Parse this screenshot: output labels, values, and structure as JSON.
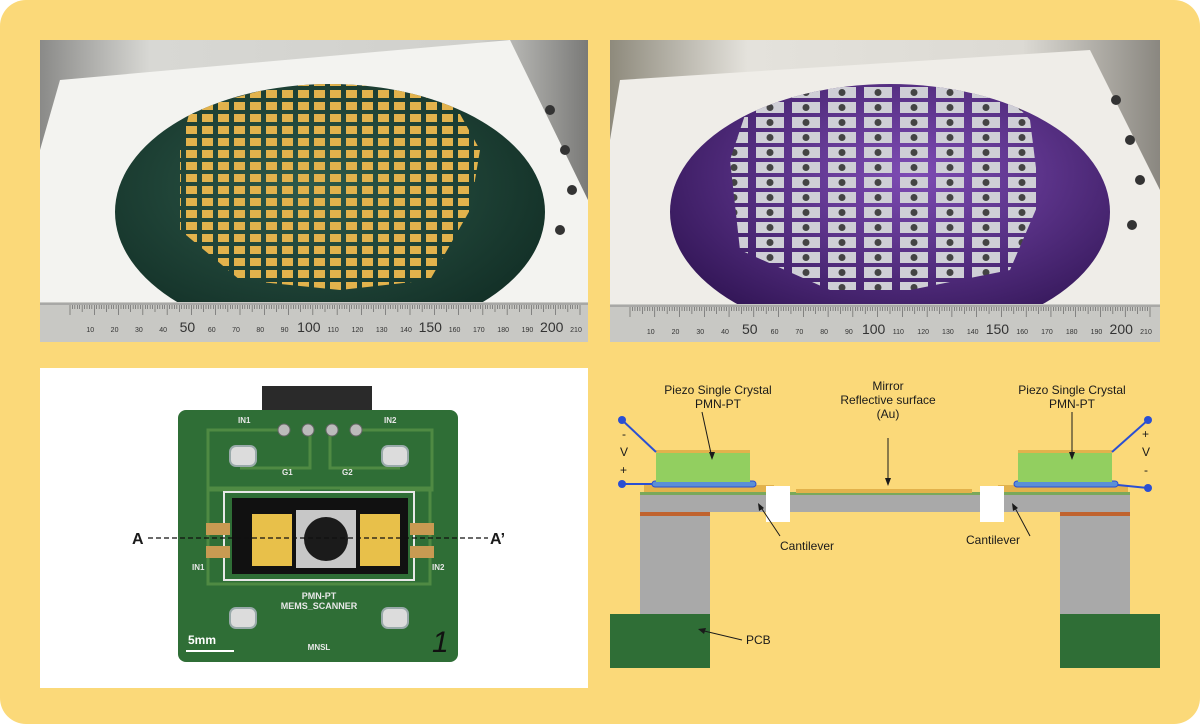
{
  "colors": {
    "background": "#fbd979",
    "pcb_green": "#2f6e36",
    "crystal_green": "#92cf60",
    "electrode_blue": "#2a4fd3",
    "layer_gray": "#a9a9a9",
    "gold_pad": "#e2b24c"
  },
  "ruler": {
    "numbers": [
      "10",
      "20",
      "30",
      "40",
      "50",
      "60",
      "70",
      "80",
      "90",
      "100",
      "110",
      "120",
      "130",
      "140",
      "150",
      "160",
      "170",
      "180",
      "190",
      "200",
      "210"
    ]
  },
  "board": {
    "label_in1_top": "IN1",
    "label_in2_top": "IN2",
    "label_g1": "G1",
    "label_g2": "G2",
    "label_in1_side": "IN1",
    "label_in2_side": "IN2",
    "title_line1": "PMN-PT",
    "title_line2": "MEMS_SCANNER",
    "maker": "MNSL",
    "number": "1",
    "scale_label": "5mm",
    "section_a": "A",
    "section_a_prime": "A’"
  },
  "diagram": {
    "left_crystal_line1": "Piezo Single Crystal",
    "left_crystal_line2": "PMN-PT",
    "mirror_line1": "Mirror",
    "mirror_line2": "Reflective surface",
    "mirror_line3": "(Au)",
    "right_crystal_line1": "Piezo Single Crystal",
    "right_crystal_line2": "PMN-PT",
    "left_minus": "-",
    "left_v": "V",
    "left_plus": "+",
    "right_plus": "+",
    "right_v": "V",
    "right_minus": "-",
    "cantilever_left": "Cantilever",
    "cantilever_right": "Cantilever",
    "pcb": "PCB"
  }
}
